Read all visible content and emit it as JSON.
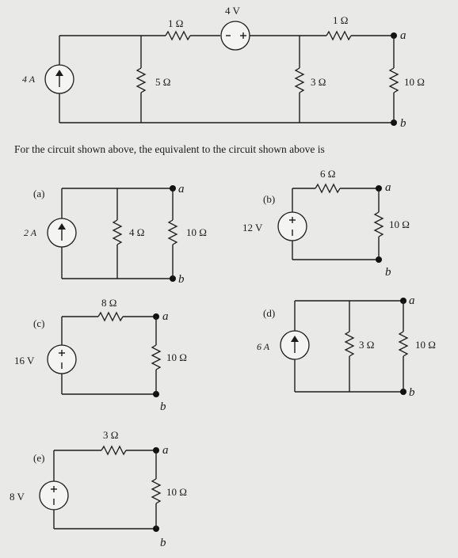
{
  "top_circuit": {
    "r_series_left": "1 Ω",
    "v_source": "4 V",
    "r_series_right": "1 Ω",
    "i_source": "4 A",
    "r_shunt_left": "5 Ω",
    "r_shunt_right": "3 Ω",
    "r_load": "10 Ω",
    "node_a": "a",
    "node_b": "b"
  },
  "caption": "For the circuit shown above, the equivalent to the circuit shown above is",
  "options": {
    "a": {
      "tag": "(a)",
      "source": "2 A",
      "r1": "4 Ω",
      "r_load": "10 Ω",
      "node_a": "a",
      "node_b": "b"
    },
    "b": {
      "tag": "(b)",
      "source": "12 V",
      "r_series": "6 Ω",
      "r_load": "10 Ω",
      "node_a": "a",
      "node_b": "b"
    },
    "c": {
      "tag": "(c)",
      "source": "16 V",
      "r_series": "8 Ω",
      "r_load": "10 Ω",
      "node_a": "a",
      "node_b": "b"
    },
    "d": {
      "tag": "(d)",
      "source": "6 A",
      "r1": "3 Ω",
      "r_load": "10 Ω",
      "node_a": "a",
      "node_b": "b"
    },
    "e": {
      "tag": "(e)",
      "source": "8 V",
      "r_series": "3 Ω",
      "r_load": "10 Ω",
      "node_a": "a",
      "node_b": "b"
    }
  }
}
